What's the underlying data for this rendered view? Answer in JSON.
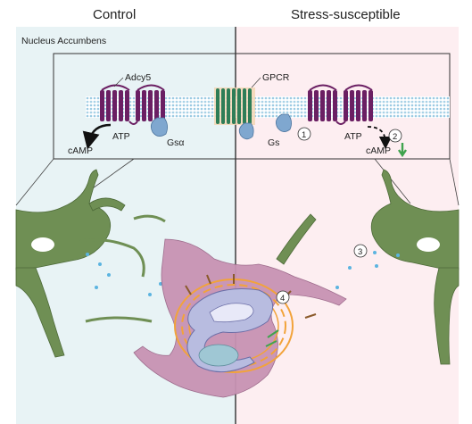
{
  "headers": {
    "left": "Control",
    "right": "Stress-susceptible"
  },
  "region_label": "Nucleus Accumbens",
  "membrane_labels": {
    "adcy5": "Adcy5",
    "gpcr": "GPCR",
    "atp_left": "ATP",
    "camp_left": "cAMP",
    "gs_alpha": "Gsα",
    "gs": "Gs",
    "atp_right": "ATP",
    "camp_right": "cAMP"
  },
  "step_markers": [
    "1",
    "2",
    "3",
    "4"
  ],
  "colors": {
    "control_bg": "#e8f3f5",
    "stress_bg": "#fdeef1",
    "adcy5": "#6b1f63",
    "gpcr": "#2e7d57",
    "gs_protein": "#7fa7cf",
    "membrane": "#9ccbe3",
    "neuron_green": "#6f8f54",
    "microglia_pink": "#c893b3",
    "myelin_orange": "#f2a33a",
    "down_arrow": "#3fa34d"
  },
  "icons": [
    "curved-arrow-icon",
    "dashed-arrow-icon",
    "down-arrow-icon"
  ]
}
